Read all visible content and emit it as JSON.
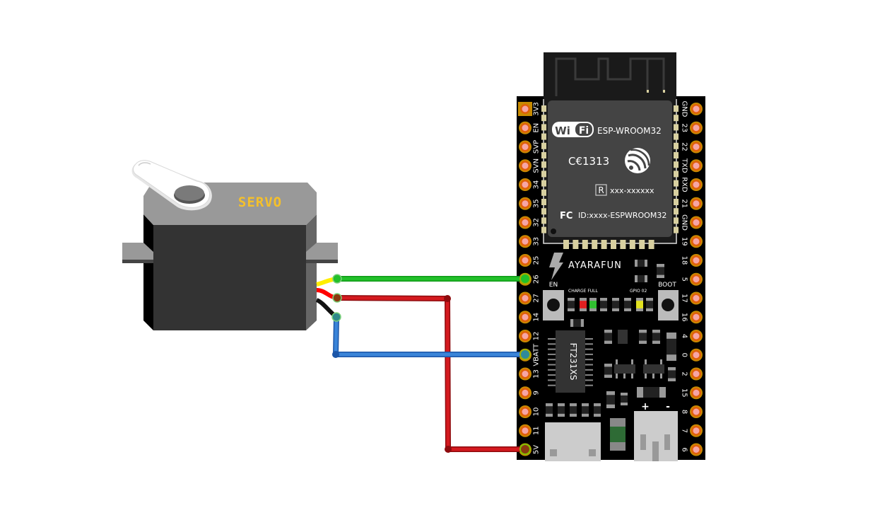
{
  "diagram": {
    "title": "Servo connected to ESP32 board",
    "colors": {
      "background": "#ffffff",
      "board": "#000000",
      "pad_ring": "#d9640a",
      "pad_core": "#f7a5a5",
      "pad_ring_outer": "#c88a00",
      "module_body": "#444444",
      "module_shield": "#1a1a1a",
      "wire_green": "#22c02a",
      "wire_red": "#c8161c",
      "wire_blue": "#2f78d0",
      "servo_top": "#999999",
      "servo_body": "#333333",
      "servo_label": "#f5c02a"
    },
    "servo": {
      "label": "SERVO",
      "wires": [
        "signal (yellow)",
        "power (red)",
        "ground (black)"
      ]
    },
    "board": {
      "brand": "AYARAFUN",
      "module": {
        "wifi_logo_left": "Wi",
        "wifi_logo_right": "Fi",
        "name": "ESP-WROOM32",
        "ce": "C€1313",
        "r_mark": "R",
        "r_code": "xxx-xxxxxx",
        "fc": "FC",
        "fcc_id": "ID:xxxx-ESPWROOM32"
      },
      "chip": "FT231XS",
      "buttons": {
        "en": "EN",
        "boot": "BOOT"
      },
      "led_labels": {
        "charge": "CHARGE FULL",
        "gpio": "GPIO 02"
      },
      "battery_plus": "+",
      "battery_minus": "-",
      "left_pins": [
        "3V3",
        "EN",
        "SVP",
        "SVN",
        "34",
        "35",
        "32",
        "33",
        "25",
        "26",
        "27",
        "14",
        "12",
        "VBATT",
        "13",
        "9",
        "10",
        "11",
        "5V"
      ],
      "right_pins": [
        "GND",
        "23",
        "22",
        "TXD",
        "RXD",
        "21",
        "GND",
        "19",
        "18",
        "5",
        "17",
        "16",
        "4",
        "0",
        "2",
        "15",
        "8",
        "7",
        "6"
      ]
    },
    "connections": [
      {
        "from": "servo signal",
        "to": "26",
        "color": "green"
      },
      {
        "from": "servo power",
        "to": "5V",
        "color": "red"
      },
      {
        "from": "servo ground",
        "to": "VBATT",
        "color": "blue"
      }
    ]
  }
}
